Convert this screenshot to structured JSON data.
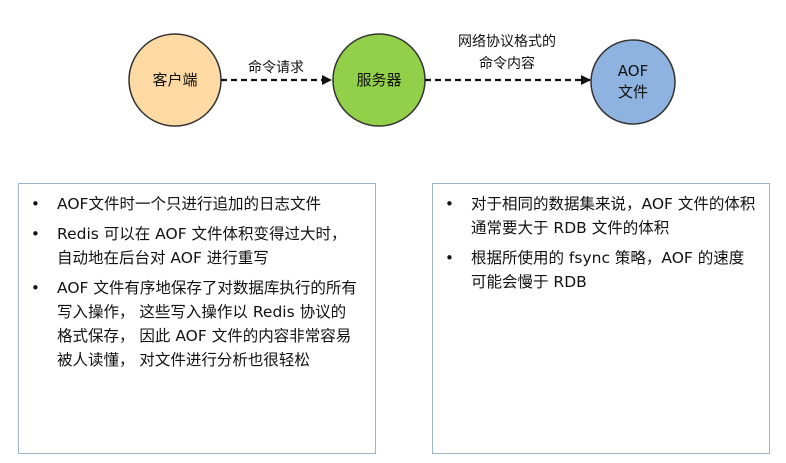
{
  "nodes": {
    "client": {
      "label": "客户端",
      "color": "#fdd9a3"
    },
    "server": {
      "label": "服务器",
      "color": "#92d04a"
    },
    "aof": {
      "label_line1": "AOF",
      "label_line2": "文件",
      "color": "#8fb3e0"
    }
  },
  "edges": {
    "client_to_server": {
      "label": "命令请求"
    },
    "server_to_aof": {
      "label_line1": "网络协议格式的",
      "label_line2": "命令内容"
    }
  },
  "left_box": {
    "items": [
      "AOF文件时一个只进行追加的日志文件",
      "Redis 可以在 AOF 文件体积变得过大时，自动地在后台对 AOF 进行重写",
      "AOF 文件有序地保存了对数据库执行的所有写入操作， 这些写入操作以 Redis 协议的格式保存， 因此 AOF 文件的内容非常容易被人读懂， 对文件进行分析也很轻松"
    ]
  },
  "right_box": {
    "items": [
      "对于相同的数据集来说，AOF 文件的体积通常要大于 RDB 文件的体积",
      "根据所使用的 fsync 策略，AOF 的速度可能会慢于 RDB"
    ]
  }
}
